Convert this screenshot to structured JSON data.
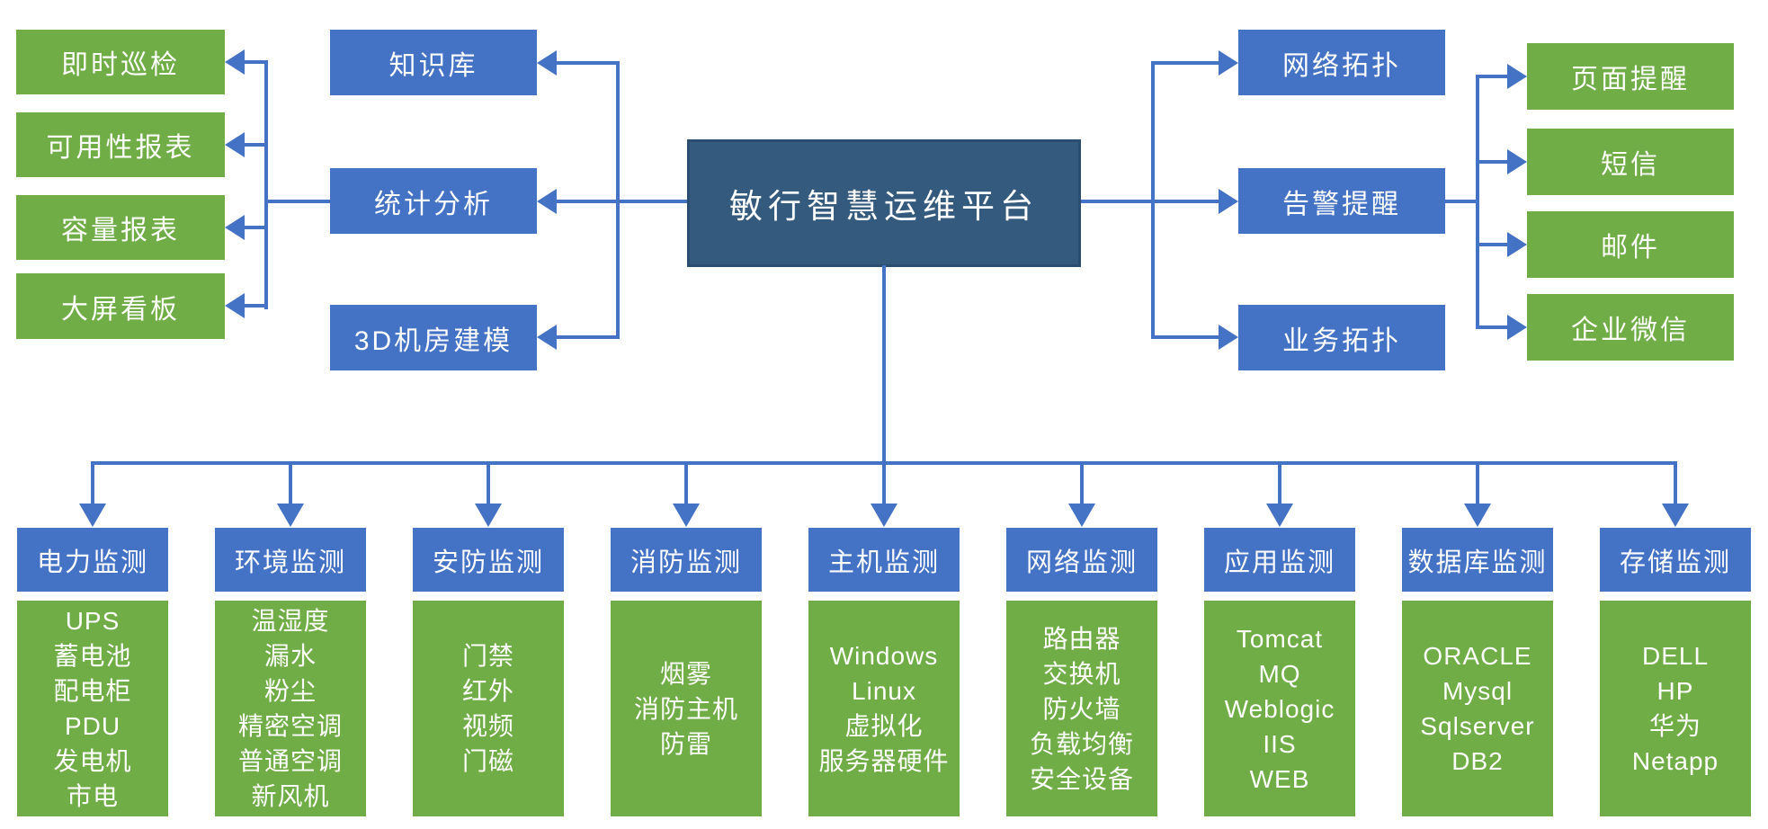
{
  "title": "敏行智慧运维平台",
  "colors": {
    "node_blue": "#4472C4",
    "node_green": "#70AD47",
    "platform_fill": "#345A7D",
    "platform_border": "#2A4D70",
    "connector": "#4472C4",
    "text": "#FFFFFF"
  },
  "left_outputs": [
    "即时巡检",
    "可用性报表",
    "容量报表",
    "大屏看板"
  ],
  "left_features": [
    "知识库",
    "统计分析",
    "3D机房建模"
  ],
  "right_features": [
    "网络拓扑",
    "告警提醒",
    "业务拓扑"
  ],
  "alert_channels": [
    "页面提醒",
    "短信",
    "邮件",
    "企业微信"
  ],
  "monitor_columns": [
    {
      "title": "电力监测",
      "items": [
        "UPS",
        "蓄电池",
        "配电柜",
        "PDU",
        "发电机",
        "市电"
      ]
    },
    {
      "title": "环境监测",
      "items": [
        "温湿度",
        "漏水",
        "粉尘",
        "精密空调",
        "普通空调",
        "新风机"
      ]
    },
    {
      "title": "安防监测",
      "items": [
        "门禁",
        "红外",
        "视频",
        "门磁"
      ]
    },
    {
      "title": "消防监测",
      "items": [
        "烟雾",
        "消防主机",
        "防雷"
      ]
    },
    {
      "title": "主机监测",
      "items": [
        "Windows",
        "Linux",
        "虚拟化",
        "服务器硬件"
      ]
    },
    {
      "title": "网络监测",
      "items": [
        "路由器",
        "交换机",
        "防火墙",
        "负载均衡",
        "安全设备"
      ]
    },
    {
      "title": "应用监测",
      "items": [
        "Tomcat",
        "MQ",
        "Weblogic",
        "IIS",
        "WEB"
      ]
    },
    {
      "title": "数据库监测",
      "items": [
        "ORACLE",
        "Mysql",
        "Sqlserver",
        "DB2"
      ]
    },
    {
      "title": "存储监测",
      "items": [
        "DELL",
        "HP",
        "华为",
        "Netapp"
      ]
    }
  ]
}
